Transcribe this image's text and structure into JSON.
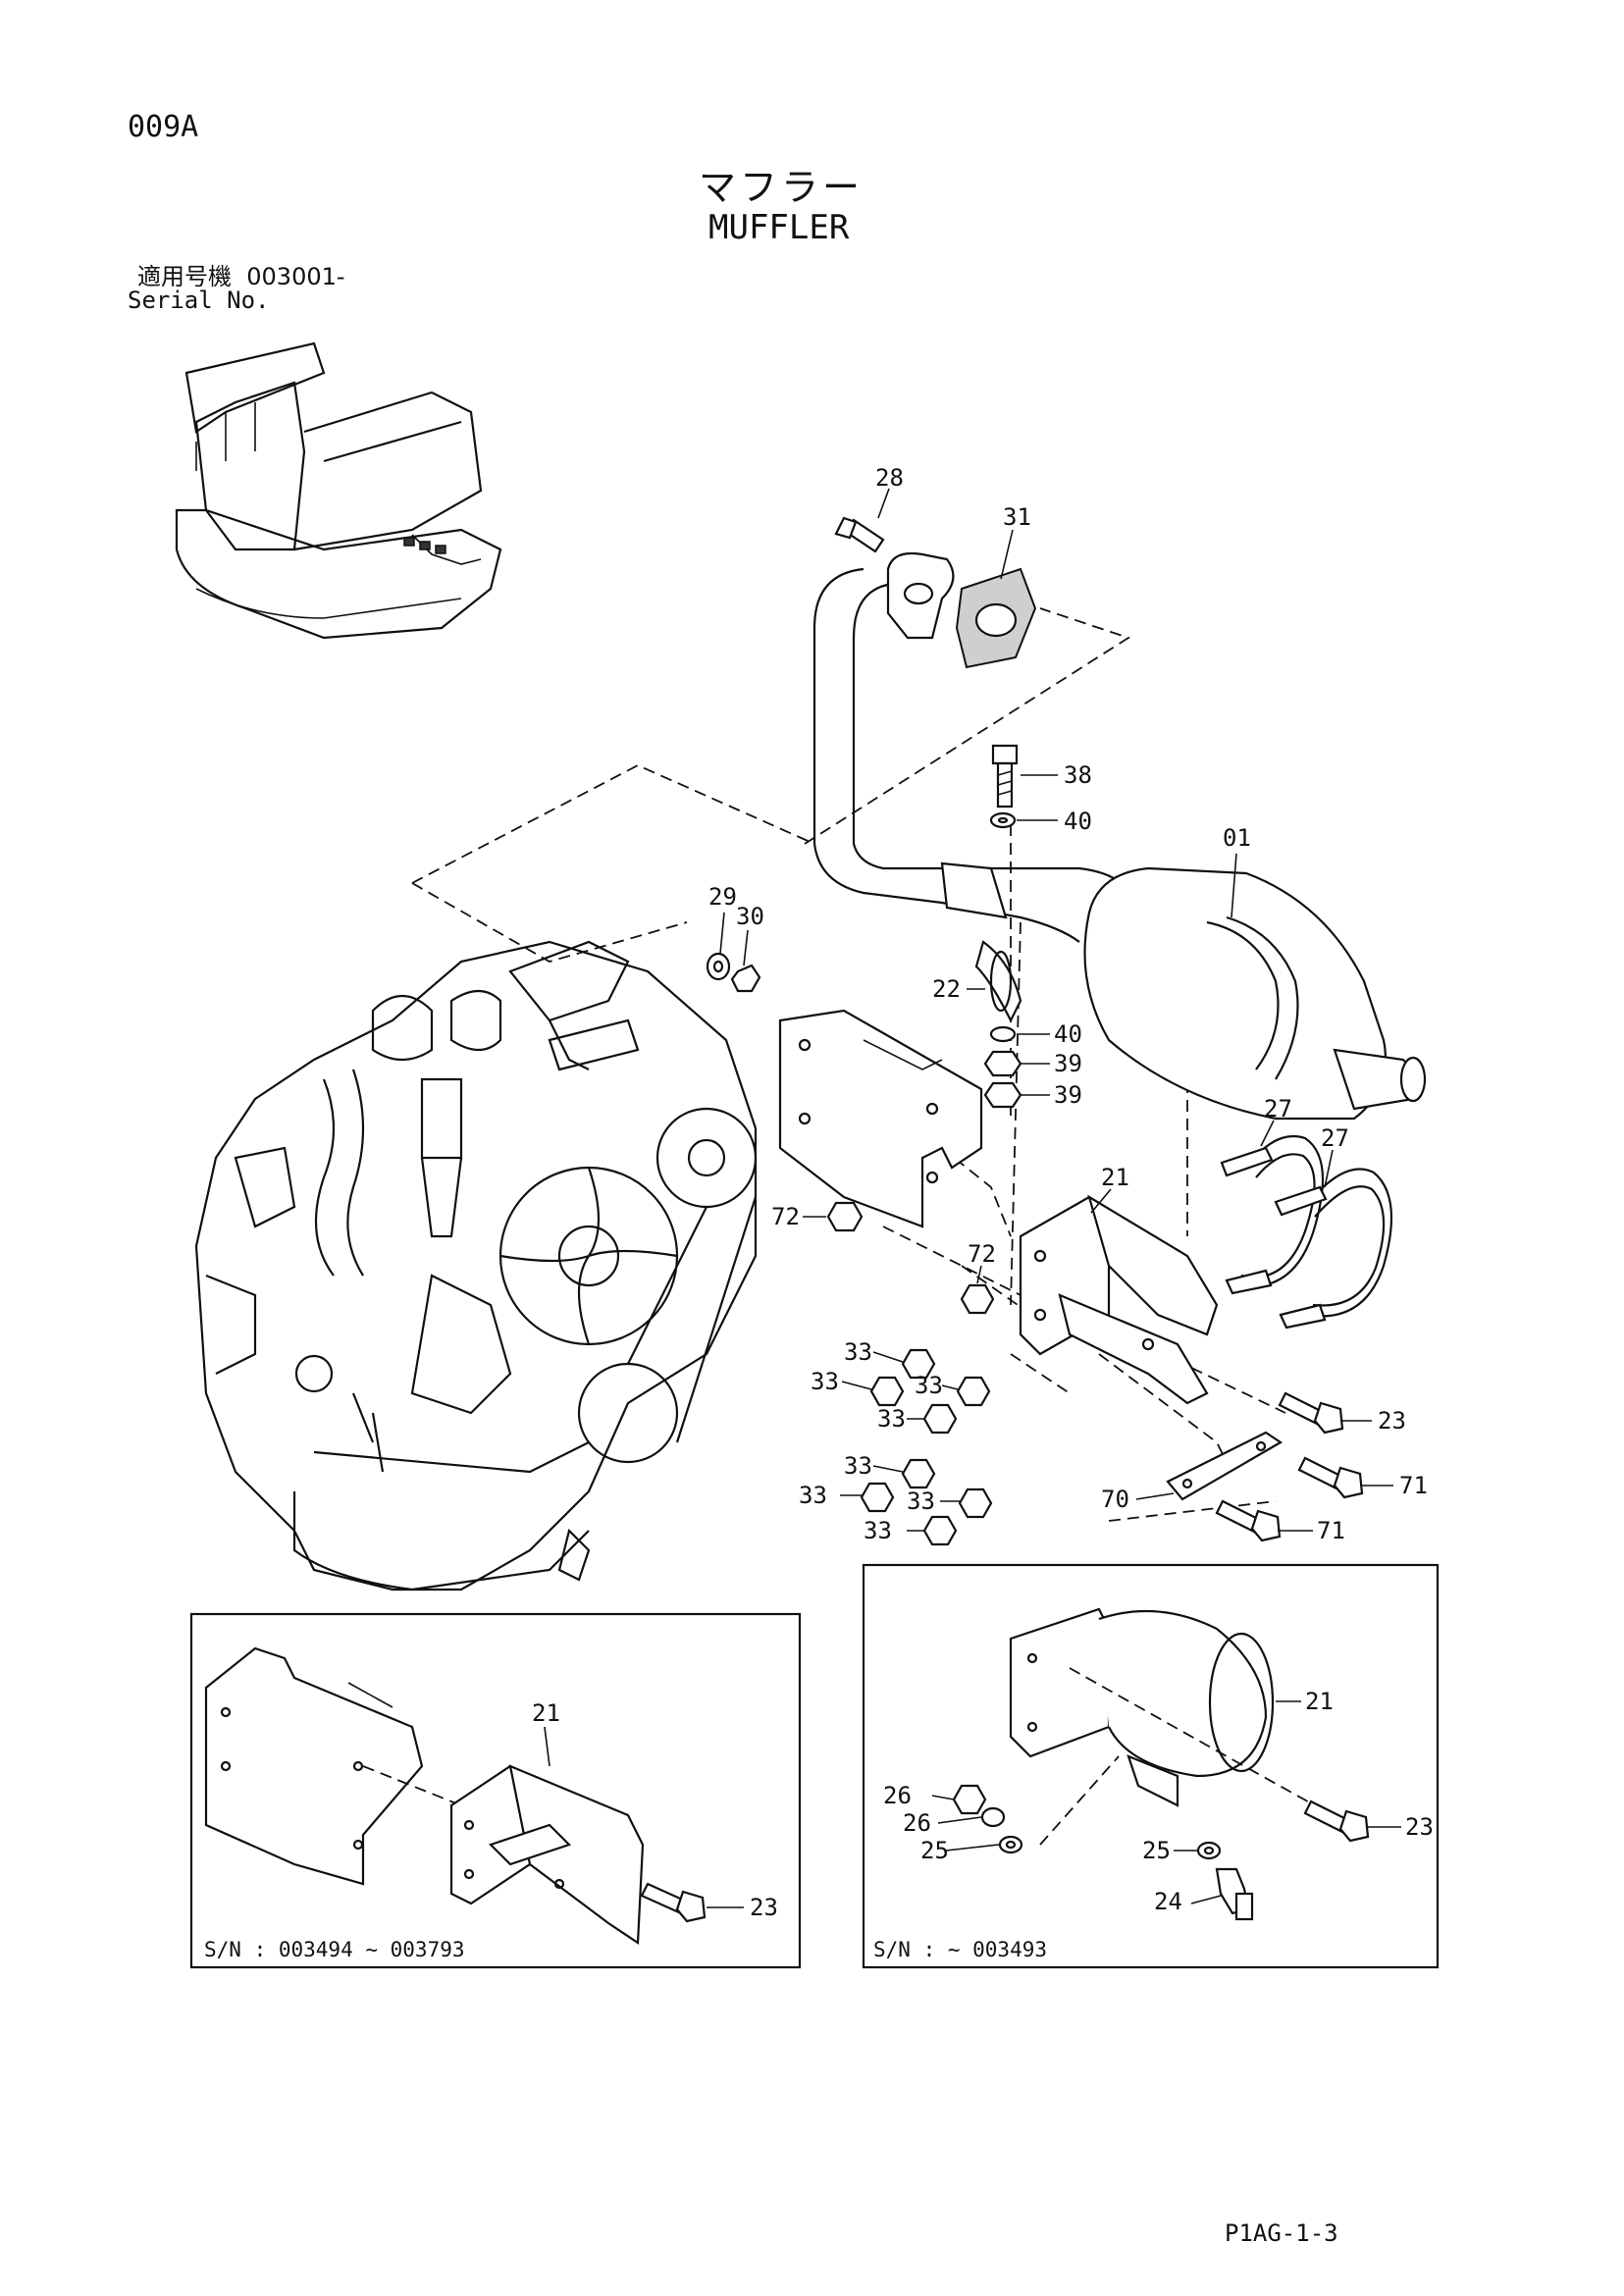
{
  "page": {
    "code": "009A",
    "title_ja": "マフラー",
    "title_en": "MUFFLER",
    "serial_label_ja": "適用号機",
    "serial_value": "003001-",
    "serial_label_en": "Serial No.",
    "footer_code": "P1AG-1-3"
  },
  "callouts": {
    "c28": "28",
    "c31": "31",
    "c38": "38",
    "c40a": "40",
    "c01": "01",
    "c29": "29",
    "c30": "30",
    "c22": "22",
    "c40b": "40",
    "c39a": "39",
    "c39b": "39",
    "c27a": "27",
    "c27b": "27",
    "c21": "21",
    "c72a": "72",
    "c72b": "72",
    "c33a": "33",
    "c33b": "33",
    "c33c": "33",
    "c33d": "33",
    "c33e": "33",
    "c33f": "33",
    "c33g": "33",
    "c33h": "33",
    "c23": "23",
    "c71a": "71",
    "c70": "70",
    "c71b": "71"
  },
  "panel_left": {
    "caption": "S/N : 003494 ~ 003793",
    "c21": "21",
    "c23": "23"
  },
  "panel_right": {
    "caption": "S/N : ~ 003493",
    "c21": "21",
    "c26a": "26",
    "c26b": "26",
    "c25a": "25",
    "c23": "23",
    "c25b": "25",
    "c24": "24"
  }
}
